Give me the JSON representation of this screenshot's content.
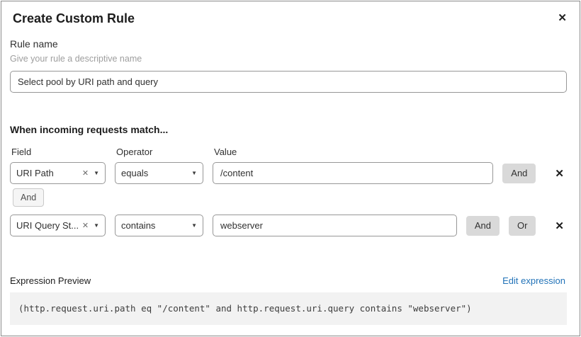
{
  "icons": {
    "close": "✕",
    "clear": "✕",
    "caret": "▼",
    "remove": "✕"
  },
  "dialog": {
    "title": "Create Custom Rule"
  },
  "rule_name": {
    "label": "Rule name",
    "helper": "Give your rule a descriptive name",
    "value": "Select pool by URI path and query"
  },
  "match": {
    "heading": "When incoming requests match...",
    "field_col": "Field",
    "operator_col": "Operator",
    "value_col": "Value",
    "connector": "And",
    "rows": [
      {
        "field": "URI Path",
        "operator": "equals",
        "value": "/content",
        "and": "And"
      },
      {
        "field": "URI Query St...",
        "operator": "contains",
        "value": "webserver",
        "and": "And",
        "or": "Or"
      }
    ]
  },
  "expression": {
    "label": "Expression Preview",
    "edit_link": "Edit expression",
    "preview": "(http.request.uri.path eq \"/content\" and http.request.uri.query contains \"webserver\")"
  }
}
